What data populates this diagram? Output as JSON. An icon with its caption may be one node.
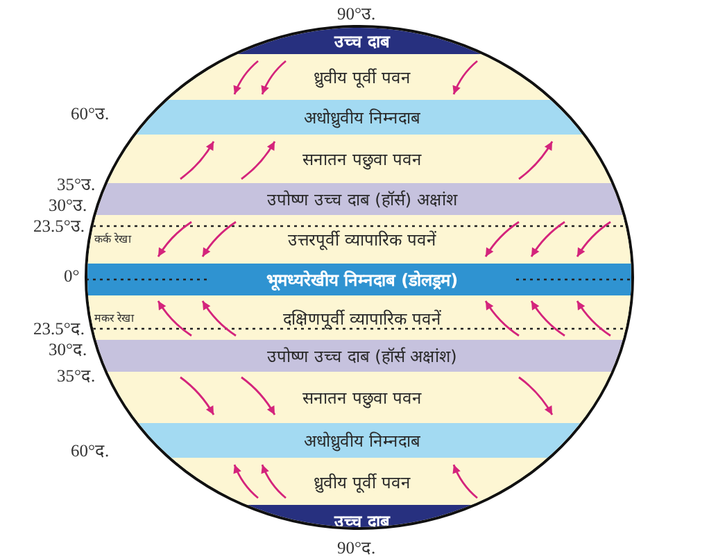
{
  "diagram": {
    "nodes": [
      {
        "text": [
          "उच्च दाब"
        ]
      },
      {
        "text": [
          "ध्रुवीय पूर्वी पवन"
        ]
      },
      {
        "text": [
          "अधोध्रुवीय निम्नदाब"
        ]
      },
      {
        "text": [
          "सनातन पछुवा पवन"
        ]
      },
      {
        "text": [
          "उपोष्ण उच्च दाब (हॉर्स) अक्षांश"
        ]
      },
      {
        "text": [
          "उत्तरपूर्वी व्यापारिक पवनें"
        ]
      },
      {
        "text": [
          "भूमध्यरेखीय निम्नदाब (डोलड्रम)"
        ]
      },
      {
        "text": [
          "दक्षिणपूर्वी व्यापारिक पवनें"
        ]
      },
      {
        "text": [
          "उपोष्ण उच्च दाब (हॉर्स अक्षांश)"
        ]
      },
      {
        "text": [
          "सनातन पछुवा पवन"
        ]
      },
      {
        "text": [
          "अधोध्रुवीय निम्नदाब"
        ]
      },
      {
        "text": [
          "ध्रुवीय पूर्वी पवन"
        ]
      },
      {
        "text": [
          "उच्च दाब"
        ]
      }
    ],
    "labels": [
      "90°उ.",
      "60°उ.",
      "35°उ.",
      "30°उ.",
      "23.5°उ.",
      "कर्क रेखा",
      "0°",
      "मकर रेखा",
      "23.5°द.",
      "30°द.",
      "35°द.",
      "60°द.",
      "90°द."
    ]
  }
}
